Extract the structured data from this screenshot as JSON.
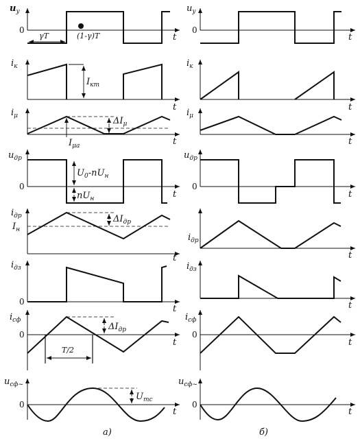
{
  "panels": [
    {
      "id": "a",
      "caption": "a)"
    },
    {
      "id": "b",
      "caption": "б)"
    }
  ],
  "zero_label": "0",
  "axis_label": "t",
  "rows": [
    {
      "id": "uy",
      "label": "u",
      "sub": "у"
    },
    {
      "id": "ik",
      "label": "i",
      "sub": "к"
    },
    {
      "id": "imu",
      "label": "i",
      "sub": "μ"
    },
    {
      "id": "udr",
      "label": "u",
      "sub": "др"
    },
    {
      "id": "idr",
      "label": "i",
      "sub": "др"
    },
    {
      "id": "idz",
      "label": "i",
      "sub": "дз"
    },
    {
      "id": "isf",
      "label": "i",
      "sub": "сф"
    },
    {
      "id": "usf",
      "label": "u",
      "sub": "сф~"
    }
  ],
  "annotations": {
    "gammaT": "γT",
    "oneMinusGammaT": "(1-γ)T",
    "Ikm": {
      "main": "I",
      "sub": "кm"
    },
    "dImu": {
      "main": "ΔI",
      "sub": "μ"
    },
    "Imua": {
      "main": "I",
      "sub": "μa"
    },
    "U0nUn": {
      "main": "U",
      "sub1": "0",
      "mid": "-nU",
      "sub2": "н"
    },
    "nUn": {
      "main": "nU",
      "sub": "н"
    },
    "dIdr": {
      "main": "ΔI",
      "sub": "др"
    },
    "In": {
      "main": "I",
      "sub": "н"
    },
    "dIdr2": {
      "main": "ΔI",
      "sub": "др"
    },
    "halfT": "T/2",
    "Umc": {
      "main": "U",
      "sub": "mc"
    }
  }
}
